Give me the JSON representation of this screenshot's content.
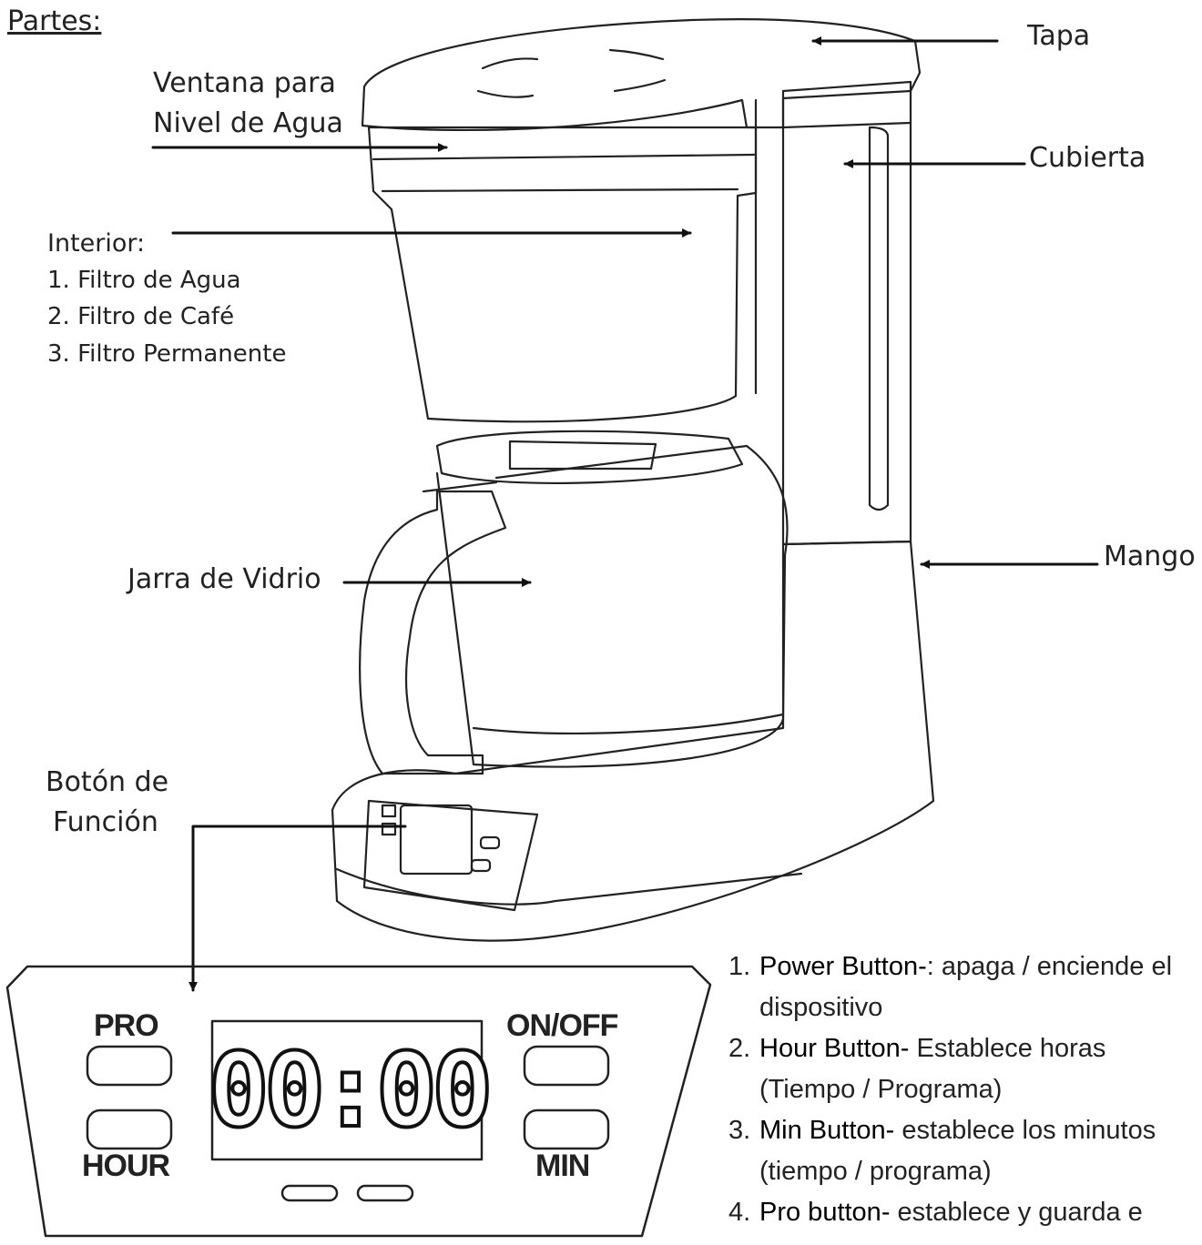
{
  "title": "Partes:",
  "labels": {
    "tapa": "Tapa",
    "ventana_line1": "Ventana para",
    "ventana_line2": "Nivel de Agua",
    "cubierta": "Cubierta",
    "interior": "Interior:",
    "mango": "Mango",
    "jarra": "Jarra de Vidrio",
    "boton_line1": "Botón de",
    "boton_line2": "Función"
  },
  "interior_items": [
    "1. Filtro de Agua",
    "2. Filtro de Café",
    "3. Filtro Permanente"
  ],
  "panel": {
    "display": "00:00",
    "pro": "PRO",
    "hour": "HOUR",
    "onoff": "ON/OFF",
    "min": "MIN"
  },
  "steps": [
    {
      "num": "1.",
      "name": "Power Button-",
      "text": ": apaga / enciende el dispositivo"
    },
    {
      "num": "2.",
      "name": "Hour Button-",
      "text": " Establece horas (Tiempo / Programa)"
    },
    {
      "num": "3.",
      "name": "Min Button-",
      "text": " establece los minutos (tiempo / programa)"
    },
    {
      "num": "4.",
      "name": "Pro button-",
      "text": " establece y guarda e"
    }
  ]
}
